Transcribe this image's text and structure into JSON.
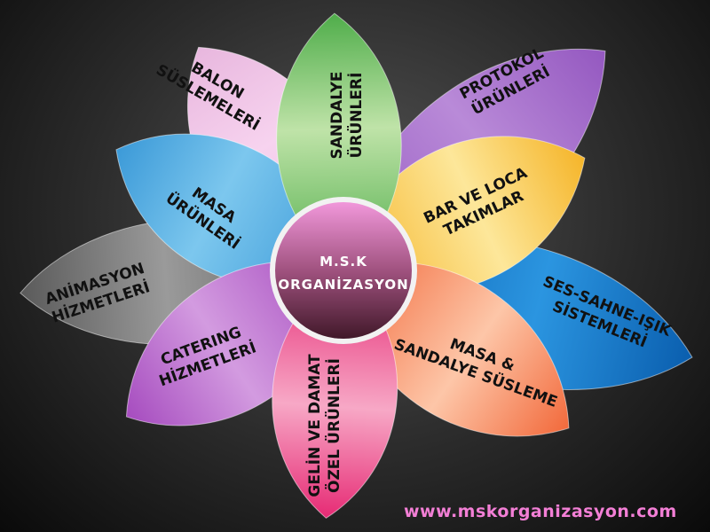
{
  "center": {
    "line1": "M.S.K",
    "line2": "ORGANİZASYON"
  },
  "petals": [
    {
      "id": "balon",
      "lines": [
        "BALON",
        "SÜSLEMELERİ"
      ],
      "color": "#f7d3ef",
      "dark": "#e8b7de"
    },
    {
      "id": "protokol",
      "lines": [
        "PROTOKOL",
        "ÜRÜNLERİ"
      ],
      "color": "#b98ad8",
      "dark": "#9458c0"
    },
    {
      "id": "animasyon",
      "lines": [
        "ANİMASYON",
        "HİZMETLERİ"
      ],
      "color": "#9a9a9a",
      "dark": "#5a5a5a"
    },
    {
      "id": "ses",
      "lines": [
        "SES-SAHNE-IŞIK",
        "SİSTEMLERİ"
      ],
      "color": "#2b95e0",
      "dark": "#0a5eae"
    },
    {
      "id": "masa",
      "lines": [
        "MASA",
        "ÜRÜNLERİ"
      ],
      "color": "#7cc7ee",
      "dark": "#3c9ad8"
    },
    {
      "id": "bar",
      "lines": [
        "BAR VE LOCA",
        "TAKIMLAR"
      ],
      "color": "#fde79a",
      "dark": "#f5b52a"
    },
    {
      "id": "catering",
      "lines": [
        "CATERING",
        "HİZMETLERİ"
      ],
      "color": "#d39be0",
      "dark": "#a64cbf"
    },
    {
      "id": "masa-sandalye",
      "lines": [
        "MASA &",
        "SANDALYE SÜSLEME"
      ],
      "color": "#fdc6a8",
      "dark": "#f26a3c"
    },
    {
      "id": "sandalye",
      "lines": [
        "SANDALYE",
        "ÜRÜNLERİ"
      ],
      "color": "#bfe3a8",
      "dark": "#4fad4a"
    },
    {
      "id": "gelin",
      "lines": [
        "GELİN VE DAMAT",
        "ÖZEL ÜRÜNLERİ"
      ],
      "color": "#f7a8c6",
      "dark": "#e62a74"
    }
  ],
  "website": "www.mskorganizasyon.com"
}
